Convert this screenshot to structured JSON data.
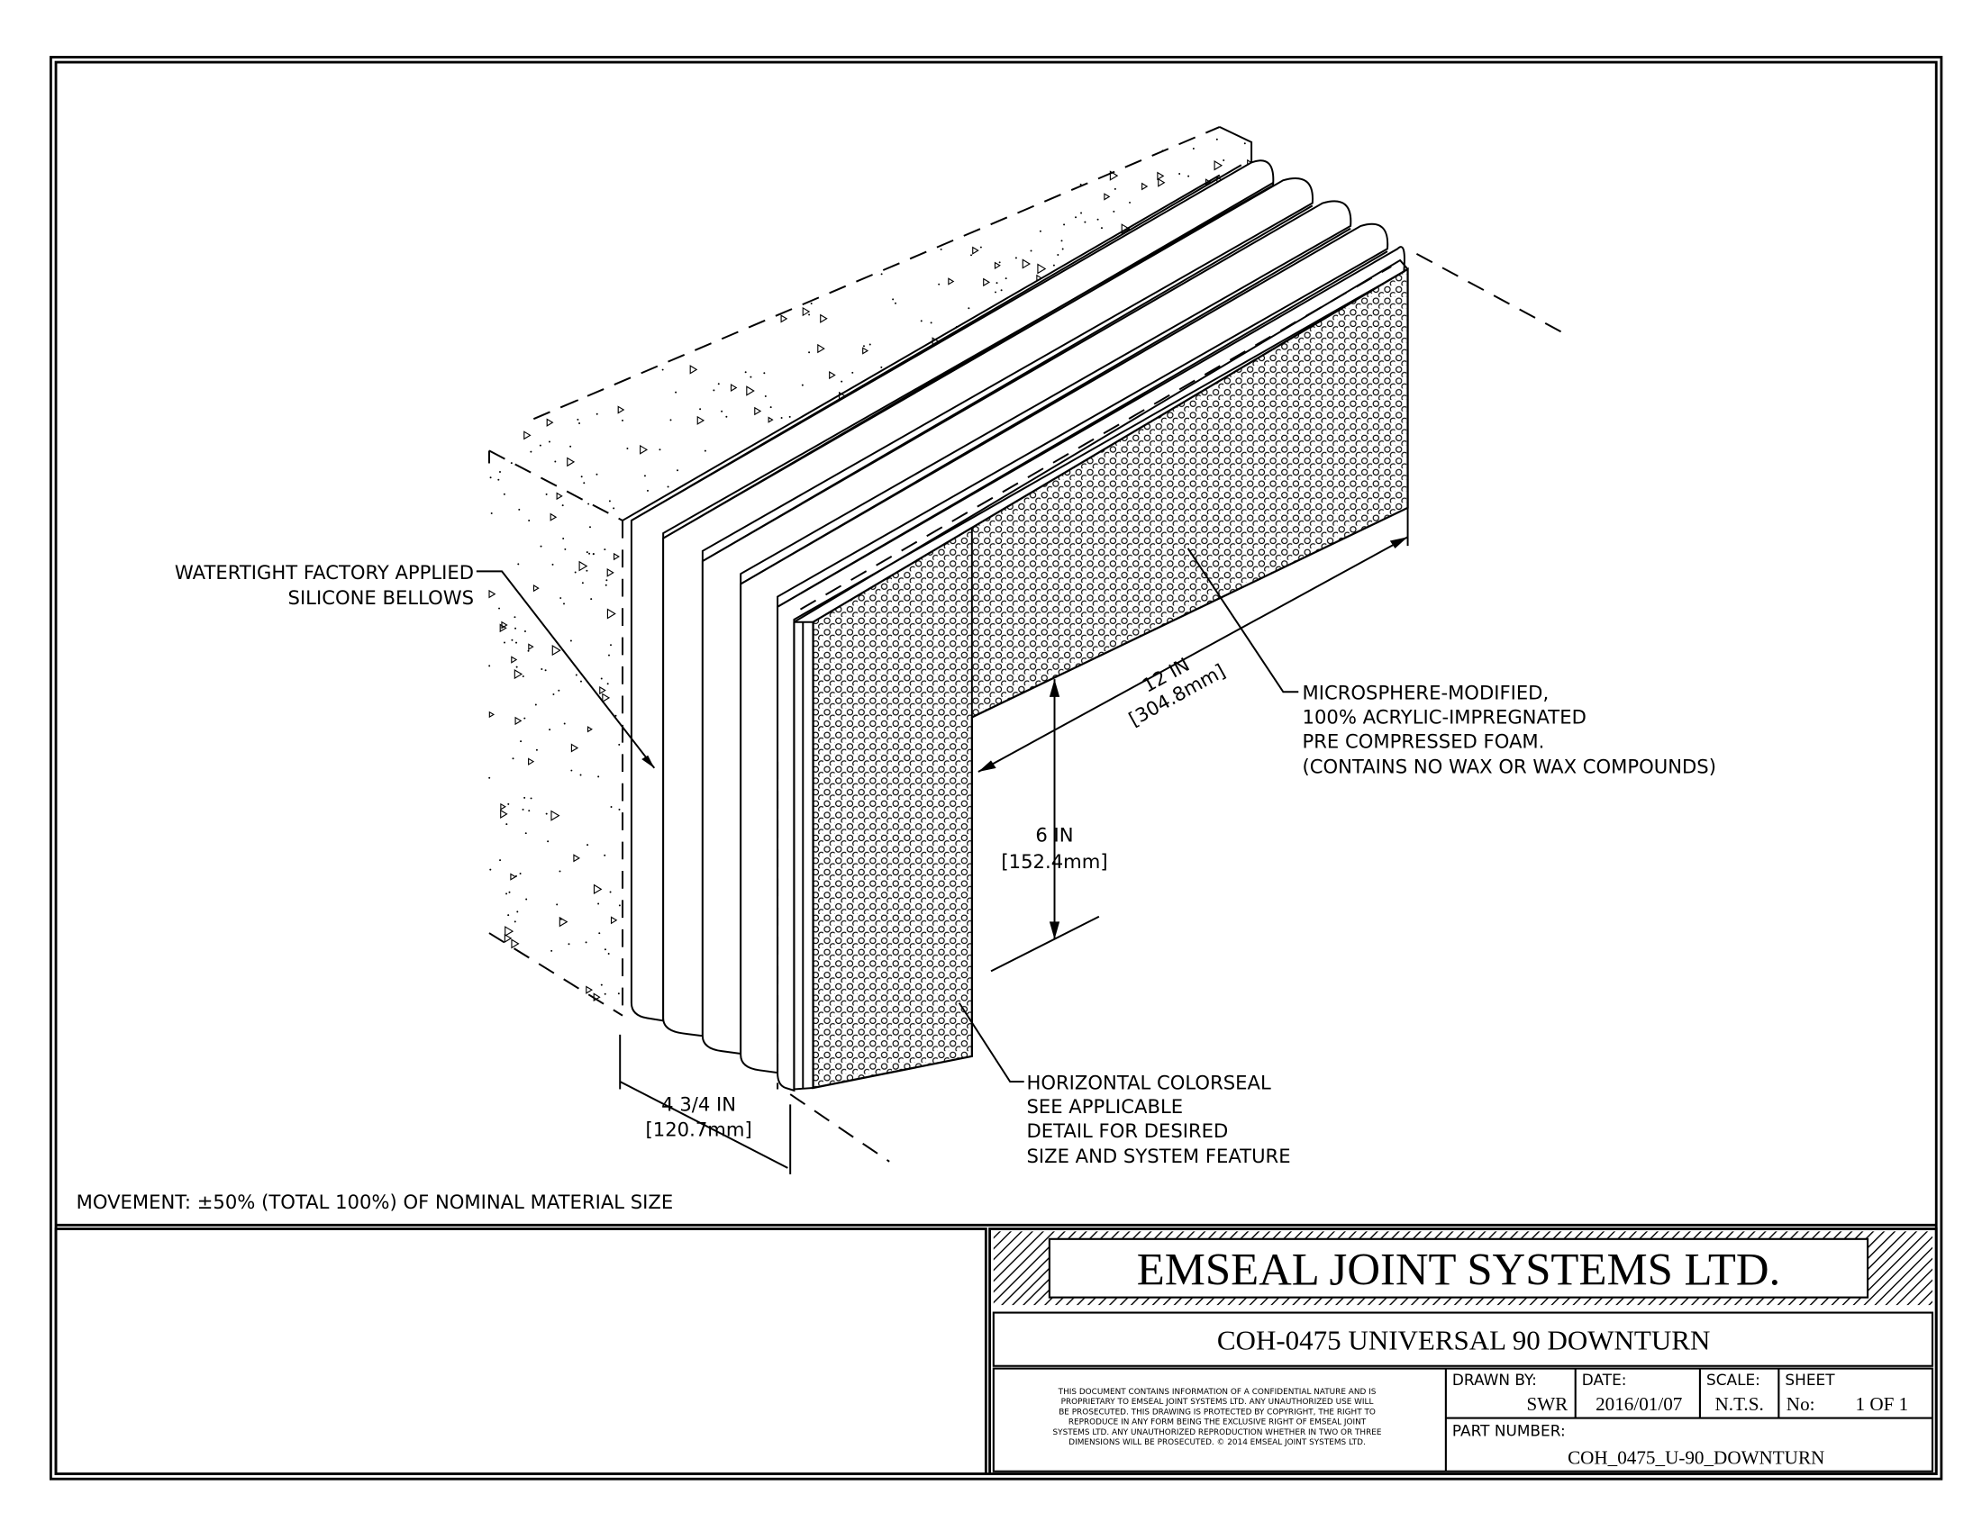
{
  "drawing": {
    "labels": {
      "bellows": [
        "WATERTIGHT FACTORY APPLIED",
        "SILICONE BELLOWS"
      ],
      "foam": [
        "MICROSPHERE-MODIFIED,",
        "100% ACRYLIC-IMPREGNATED",
        "PRE COMPRESSED FOAM.",
        "(CONTAINS NO WAX OR WAX COMPOUNDS)"
      ],
      "colorseal": [
        "HORIZONTAL COLORSEAL",
        "SEE APPLICABLE",
        "DETAIL FOR DESIRED",
        "SIZE AND SYSTEM FEATURE"
      ],
      "movement": "MOVEMENT: ±50% (TOTAL 100%) OF NOMINAL MATERIAL SIZE"
    },
    "dimensions": {
      "length": [
        "12 IN",
        "[304.8mm]"
      ],
      "height": [
        "6 IN",
        "[152.4mm]"
      ],
      "width": [
        "4 3/4 IN",
        "[120.7mm]"
      ]
    }
  },
  "title_block": {
    "company": "EMSEAL JOINT SYSTEMS LTD.",
    "title": "COH-0475 UNIVERSAL 90 DOWNTURN",
    "notice": [
      "THIS DOCUMENT CONTAINS INFORMATION OF A CONFIDENTIAL NATURE AND IS",
      "PROPRIETARY TO EMSEAL JOINT SYSTEMS LTD. ANY UNAUTHORIZED USE WILL",
      "BE PROSECUTED. THIS DRAWING IS PROTECTED BY COPYRIGHT, THE RIGHT TO",
      "REPRODUCE IN ANY FORM BEING THE EXCLUSIVE RIGHT OF EMSEAL JOINT",
      "SYSTEMS LTD. ANY UNAUTHORIZED REPRODUCTION WHETHER IN TWO OR THREE",
      "DIMENSIONS WILL BE PROSECUTED. © 2014 EMSEAL JOINT SYSTEMS LTD."
    ],
    "drawn_by_label": "DRAWN BY:",
    "drawn_by": "SWR",
    "date_label": "DATE:",
    "date": "2016/01/07",
    "scale_label": "SCALE:",
    "scale": "N.T.S.",
    "sheet_label": "SHEET",
    "sheet_no_label": "No:",
    "sheet": "1 OF 1",
    "part_number_label": "PART NUMBER:",
    "part_number": "COH_0475_U-90_DOWNTURN"
  }
}
